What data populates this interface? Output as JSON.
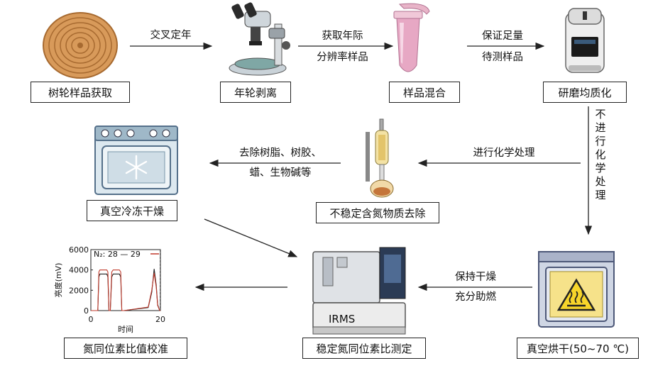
{
  "steps": {
    "s1": "树轮样品获取",
    "s2": "年轮剥离",
    "s3": "样品混合",
    "s4": "研磨均质化",
    "s5": "不稳定含氮物质去除",
    "s6": "真空冷冻干燥",
    "s7": "真空烘干(50~70 ℃)",
    "s8": "稳定氮同位素比测定",
    "s9": "氮同位素比值校准"
  },
  "arrows": {
    "a1": "交叉定年",
    "a2_l1": "获取年际",
    "a2_l2": "分辨率样品",
    "a3_l1": "保证足量",
    "a3_l2": "待测样品",
    "a4": "进行化学处理",
    "a5_l1": "去除树脂、树胶、",
    "a5_l2": "蜡、生物碱等",
    "a6": [
      "不",
      "进",
      "行",
      "化",
      "学",
      "处",
      "理"
    ],
    "a7_l1": "保持干燥",
    "a7_l2": "充分助燃"
  },
  "irms_label": "IRMS",
  "icons": {
    "wood": "tree-ring-slice-icon",
    "microscope": "microscope-icon",
    "tube": "test-tube-icon",
    "grinder": "grinder-icon",
    "freezedryer": "freeze-dryer-icon",
    "apparatus": "distillation-apparatus-icon",
    "oven": "vacuum-oven-icon",
    "irms": "irms-instrument-icon"
  },
  "chart_data": {
    "type": "line",
    "ylabel": "亮度(mV)",
    "xlabel": "时间",
    "xlim": [
      0,
      20
    ],
    "ylim": [
      0,
      6000
    ],
    "yticks": [
      0,
      2000,
      4000,
      6000
    ],
    "xticks": [
      0,
      20
    ],
    "legend": {
      "prefix": "N₂: ",
      "items": [
        "28",
        "29"
      ],
      "sep": " — "
    },
    "series": [
      {
        "name": "28",
        "color": "#222222",
        "x": [
          0,
          2,
          2.3,
          2.6,
          4.6,
          4.9,
          5.2,
          5.6,
          6.0,
          6.4,
          8.2,
          8.6,
          8.9,
          9.5,
          16.5,
          17.5,
          18.2,
          18.8,
          19.2,
          19.8,
          20
        ],
        "y": [
          0,
          0,
          3300,
          3600,
          3600,
          3300,
          0,
          0,
          3300,
          3600,
          3600,
          3300,
          0,
          0,
          300,
          1800,
          4100,
          2500,
          600,
          0,
          0
        ]
      },
      {
        "name": "29",
        "color": "#c0392b",
        "x": [
          0,
          2,
          2.3,
          2.6,
          4.6,
          4.9,
          5.2,
          5.6,
          6.0,
          6.4,
          8.2,
          8.6,
          8.9,
          9.5,
          16.5,
          17.5,
          18.2,
          18.8,
          19.2,
          19.8,
          20
        ],
        "y": [
          0,
          0,
          3800,
          4000,
          4000,
          3800,
          0,
          0,
          3800,
          4000,
          4000,
          3800,
          0,
          0,
          350,
          2000,
          3700,
          2300,
          500,
          0,
          0
        ]
      }
    ],
    "colors": {
      "n28": "#222222",
      "n29": "#c0392b"
    }
  }
}
